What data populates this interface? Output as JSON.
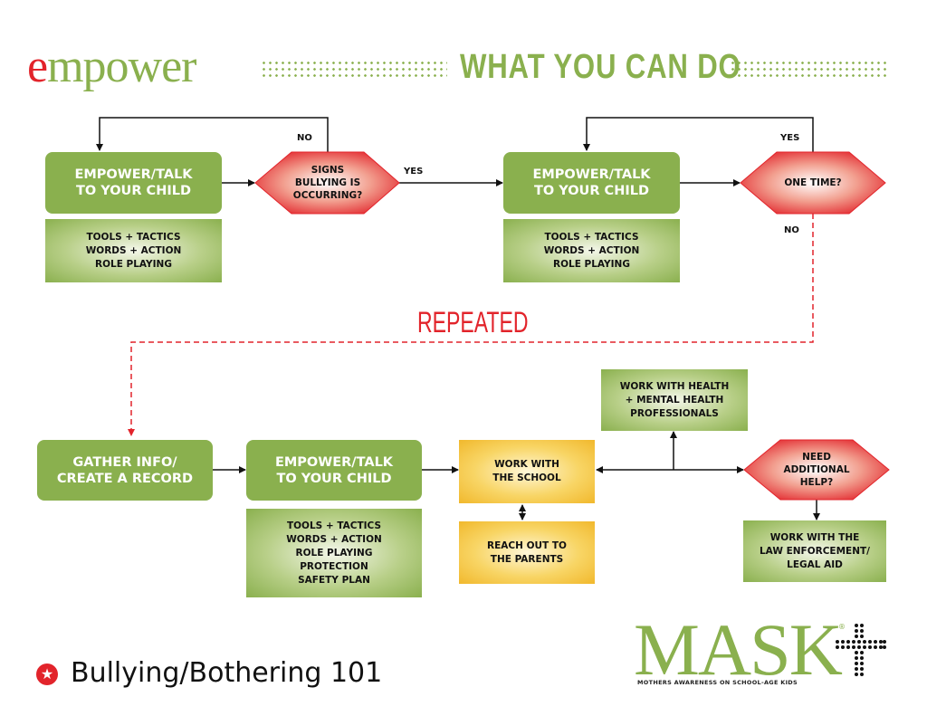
{
  "header": {
    "brand_first_letter": "e",
    "brand_rest": "mpower",
    "title": "WHAT YOU CAN DO"
  },
  "colors": {
    "green": "#8ab04e",
    "red": "#e2242b",
    "yellow": "#f1b82c",
    "black": "#111111"
  },
  "flow": {
    "row1": {
      "empower_box_1": {
        "line1": "EMPOWER/TALK",
        "line2": "TO YOUR CHILD"
      },
      "sub_box_1": [
        "TOOLS + TACTICS",
        "WORDS + ACTION",
        "ROLE PLAYING"
      ],
      "decision_1": [
        "SIGNS",
        "BULLYING IS",
        "OCCURRING?"
      ],
      "decision_1_no_label": "NO",
      "decision_1_yes_label": "YES",
      "empower_box_2": {
        "line1": "EMPOWER/TALK",
        "line2": "TO YOUR CHILD"
      },
      "sub_box_2": [
        "TOOLS + TACTICS",
        "WORDS + ACTION",
        "ROLE PLAYING"
      ],
      "decision_2": [
        "ONE TIME?"
      ],
      "decision_2_yes_label": "YES",
      "decision_2_no_label": "NO"
    },
    "repeated_label": "REPEATED",
    "row2": {
      "gather_box": {
        "line1": "GATHER INFO/",
        "line2": "CREATE A RECORD"
      },
      "empower_box_3": {
        "line1": "EMPOWER/TALK",
        "line2": "TO YOUR CHILD"
      },
      "sub_box_3": [
        "TOOLS + TACTICS",
        "WORDS + ACTION",
        "ROLE PLAYING",
        "PROTECTION",
        "SAFETY PLAN"
      ],
      "school_box": [
        "WORK WITH",
        "THE SCHOOL"
      ],
      "parents_box": [
        "REACH OUT TO",
        "THE PARENTS"
      ],
      "health_box": [
        "WORK WITH HEALTH",
        "+ MENTAL HEALTH",
        "PROFESSIONALS"
      ],
      "decision_3": [
        "NEED",
        "ADDITIONAL",
        "HELP?"
      ],
      "law_box": [
        "WORK WITH THE",
        "LAW ENFORCEMENT/",
        "LEGAL AID"
      ]
    }
  },
  "footer": {
    "star_icon": "★",
    "title": "Bullying/Bothering 101",
    "logo_word": "MASK",
    "logo_reg": "®",
    "logo_tagline": "MOTHERS AWARENESS ON SCHOOL-AGE KIDS"
  }
}
